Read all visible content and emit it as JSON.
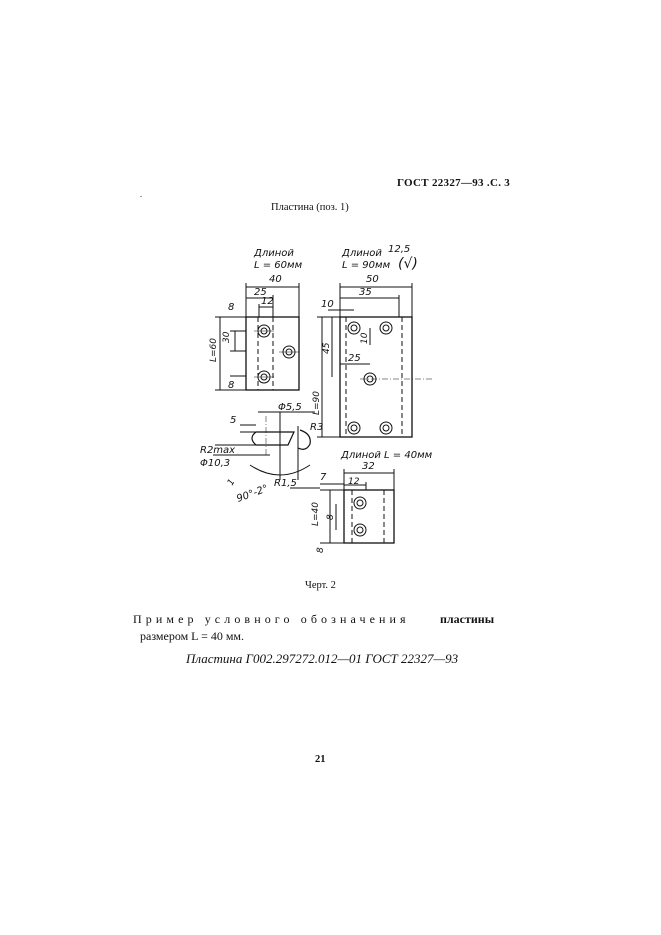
{
  "header": "ГОСТ 22327—93 .С. 3",
  "title": "Пластина (поз. 1)",
  "drawing": {
    "length60_label_line1": "Длиной",
    "length60_label_line2": "L = 60мм",
    "length90_label_line1": "Длиной",
    "length90_label_line2": "L = 90мм",
    "length40_label": "Длиной L = 40мм",
    "roughness": "12,5",
    "roughness_symbol": "(√)",
    "dims_60": {
      "width": "40",
      "hole1": "25",
      "hole2": "12",
      "top": "8",
      "spacing": "30",
      "bottom": "8",
      "length": "L=60"
    },
    "dims_90": {
      "width": "50",
      "hole1": "35",
      "left": "10",
      "spacing_v": "10",
      "mid": "25",
      "half": "45",
      "length": "L=90"
    },
    "dims_40": {
      "width": "32",
      "hole": "12",
      "left": "7",
      "spacing": "8",
      "bottom": "8",
      "length": "L=40"
    },
    "section": {
      "dia_small": "Φ5,5",
      "dia_large": "Φ10,3",
      "top": "5",
      "r2": "R2max",
      "r3": "R3",
      "r15": "R1,5",
      "angle": "90°-2°",
      "chamfer": "1"
    }
  },
  "caption": "Черт. 2",
  "example_line1_spaced": "Пример условного обозначения",
  "example_line1_bold": "пластины",
  "example_line2": "размером L = 40 мм.",
  "designation": "Пластина Г002.297272.012—01 ГОСТ 22327—93",
  "page_number": "21"
}
